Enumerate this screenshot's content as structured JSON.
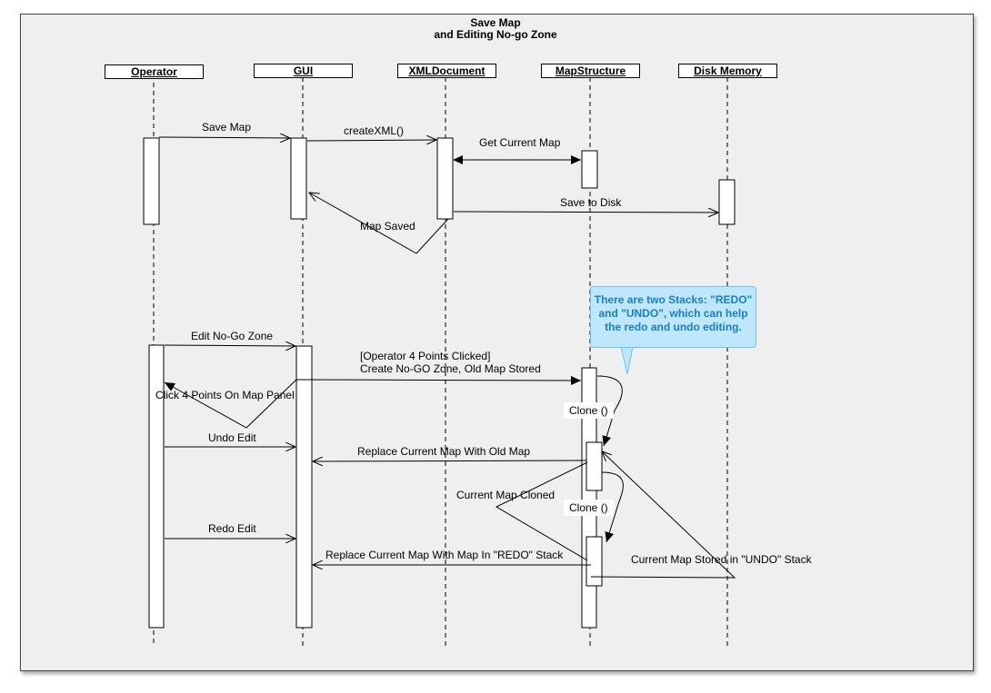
{
  "title": {
    "line1": "Save Map",
    "line2": "and Editing No-go Zone"
  },
  "lifelines": [
    {
      "label": "Operator"
    },
    {
      "label": "GUI"
    },
    {
      "label": "XMLDocument"
    },
    {
      "label": "MapStructure"
    },
    {
      "label": "Disk Memory"
    }
  ],
  "messages": {
    "save_map": "Save Map",
    "create_xml": "createXML()",
    "get_current_map": "Get Current Map",
    "save_to_disk": "Save to Disk",
    "map_saved": "Map Saved",
    "edit_no_go_zone": "Edit No-Go Zone",
    "operator_clicked": "[Operator 4 Points Clicked]",
    "create_no_go_zone": "Create No-GO Zone, Old Map Stored",
    "click_4_points": "Click 4 Points On Map Panel",
    "clone_1": "Clone ()",
    "undo_edit": "Undo Edit",
    "replace_old_map": "Replace Current Map With Old Map",
    "current_map_cloned": "Current Map Cloned",
    "clone_2": "Clone ()",
    "redo_edit": "Redo Edit",
    "replace_redo_map": "Replace Current Map With Map In \"REDO\" Stack",
    "current_map_stored_undo": "Current Map Stored in \"UNDO\" Stack"
  },
  "note": {
    "line1": "There are two Stacks: \"REDO\"",
    "line2": "and \"UNDO\", which can help",
    "line3": "the redo and undo editing."
  },
  "colors": {
    "frame_background": "#efefef",
    "note_fill": "#bfe7fb",
    "note_border": "#6cc3ef",
    "note_text": "#1a7ec4"
  }
}
